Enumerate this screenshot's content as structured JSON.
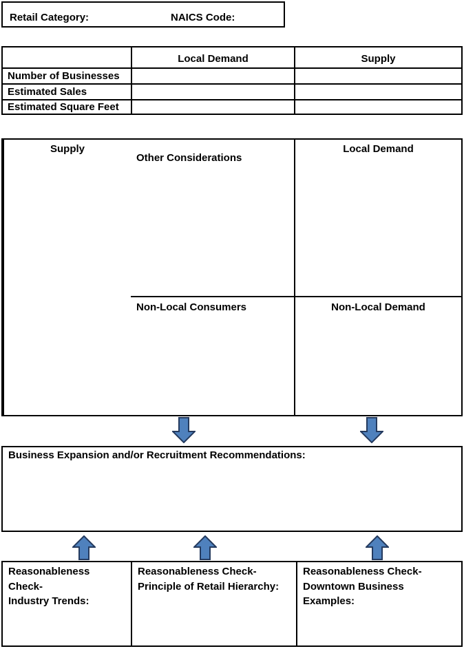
{
  "header_box": {
    "retail_category_label": "Retail Category:",
    "naics_label": "NAICS Code:"
  },
  "summary_table": {
    "col_headers": {
      "local_demand": "Local Demand",
      "supply": "Supply"
    },
    "row_labels": [
      "Number of Businesses",
      "Estimated Sales",
      "Estimated Square Feet"
    ]
  },
  "analysis_table": {
    "other_considerations_label": "Other Considerations",
    "local_demand_header": "Local Demand",
    "supply_header": "Supply",
    "non_local_consumers_label": "Non-Local Consumers",
    "non_local_demand_header": "Non-Local Demand"
  },
  "recommendations_box": {
    "label": "Business Expansion and/or Recruitment Recommendations:"
  },
  "reasonableness_boxes": [
    {
      "lines": [
        "Reasonableness Check-",
        "Industry Trends:"
      ]
    },
    {
      "lines": [
        "Reasonableness Check-",
        "Principle of Retail Hierarchy:"
      ]
    },
    {
      "lines": [
        "Reasonableness Check-",
        "Downtown Business",
        "Examples:"
      ]
    }
  ],
  "icons": {
    "down_arrow": "down-arrow-icon",
    "up_arrow": "up-arrow-icon"
  },
  "colors": {
    "arrow_fill": "#4f81bd",
    "arrow_stroke": "#243a5e",
    "border": "#000000",
    "text": "#000000",
    "background": "#ffffff"
  }
}
